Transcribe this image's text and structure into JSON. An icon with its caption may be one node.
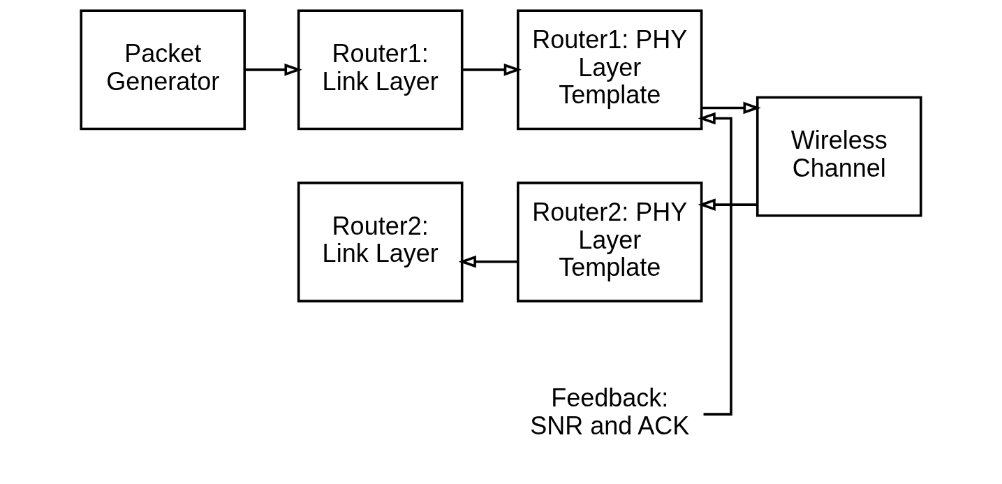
{
  "diagram": {
    "nodes": [
      {
        "text": [
          "Packet Generator"
        ]
      },
      {
        "text": [
          "Router1: Link Layer"
        ]
      },
      {
        "text": [
          "Router1: PHY Layer Template"
        ]
      },
      {
        "text": [
          "Feedback: SNR and ACK"
        ]
      },
      {
        "text": [
          "Wireless Channel"
        ]
      },
      {
        "text": [
          "Router2: PHY Layer Template"
        ]
      },
      {
        "text": [
          "Router2: Link Layer"
        ]
      }
    ],
    "edges": [
      {
        "from": 0,
        "to": 1,
        "arrow": "to"
      },
      {
        "from": 1,
        "to": 2,
        "arrow": "to"
      },
      {
        "from": 3,
        "to": 2,
        "arrow": "to"
      },
      {
        "from": 2,
        "to": 4,
        "arrow": "to"
      },
      {
        "from": 4,
        "to": 5,
        "arrow": "to"
      },
      {
        "from": 5,
        "to": 6,
        "arrow": "to"
      }
    ]
  }
}
